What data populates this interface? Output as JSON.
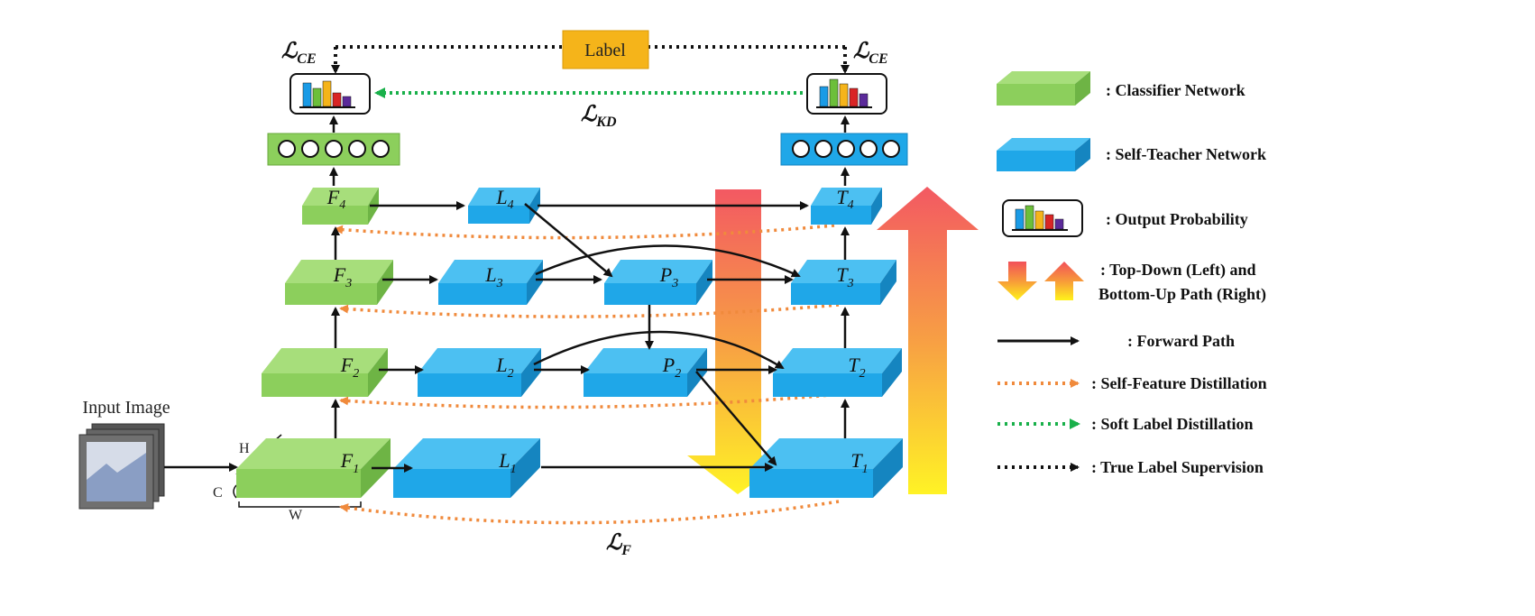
{
  "diagram": {
    "label_box": "Label",
    "input_image": "Input Image",
    "dims": {
      "h": "H",
      "c": "C",
      "w": "W"
    },
    "loss_ce_left": {
      "main": "ℒ",
      "sub": "CE"
    },
    "loss_ce_right": {
      "main": "ℒ",
      "sub": "CE"
    },
    "loss_kd": {
      "main": "ℒ",
      "sub": "KD"
    },
    "loss_f": {
      "main": "ℒ",
      "sub": "F"
    },
    "nodes": {
      "F1": {
        "base": "F",
        "sub": "1"
      },
      "F2": {
        "base": "F",
        "sub": "2"
      },
      "F3": {
        "base": "F",
        "sub": "3"
      },
      "F4": {
        "base": "F",
        "sub": "4"
      },
      "L1": {
        "base": "L",
        "sub": "1"
      },
      "L2": {
        "base": "L",
        "sub": "2"
      },
      "L3": {
        "base": "L",
        "sub": "3"
      },
      "L4": {
        "base": "L",
        "sub": "4"
      },
      "P2": {
        "base": "P",
        "sub": "2"
      },
      "P3": {
        "base": "P",
        "sub": "3"
      },
      "T1": {
        "base": "T",
        "sub": "1"
      },
      "T2": {
        "base": "T",
        "sub": "2"
      },
      "T3": {
        "base": "T",
        "sub": "3"
      },
      "T4": {
        "base": "T",
        "sub": "4"
      }
    }
  },
  "legend": {
    "classifier": ":  Classifier Network",
    "self_teacher": ":  Self-Teacher Network",
    "output_prob": ":  Output Probability",
    "topdown_line1": ":  Top-Down (Left) and",
    "topdown_line2": "Bottom-Up Path (Right)",
    "forward": ":  Forward Path",
    "self_feature": ":  Self-Feature Distillation",
    "soft_label": ":  Soft Label Distillation",
    "true_label": ":  True Label Supervision"
  },
  "colors": {
    "classifier_green": "#8ccf5c",
    "teacher_blue": "#1fa7e8",
    "label_orange": "#f5b41a",
    "distill_orange": "#f08a3c",
    "soft_green": "#19b04a",
    "arrow_black": "#111111"
  }
}
